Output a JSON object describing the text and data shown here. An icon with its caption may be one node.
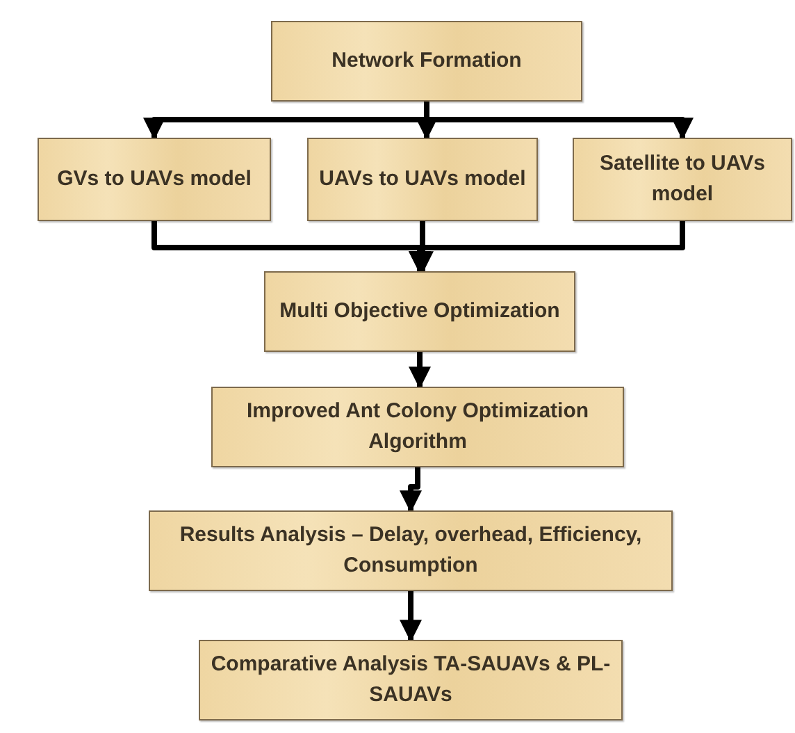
{
  "diagram": {
    "nodes": [
      {
        "text": [
          "Network Formation"
        ]
      },
      {
        "text": [
          "GVs to UAVs model"
        ]
      },
      {
        "text": [
          "UAVs to UAVs model"
        ]
      },
      {
        "text": [
          "Satellite to UAVs model"
        ]
      },
      {
        "text": [
          "Multi Objective Optimization"
        ]
      },
      {
        "text": [
          "Improved Ant Colony Optimization Algorithm"
        ]
      },
      {
        "text": [
          "Results Analysis – Delay, overhead, Efficiency, Consumption"
        ]
      },
      {
        "text": [
          "Comparative Analysis TA-SAUAVs & PL-SAUAVs"
        ]
      }
    ],
    "edges": [
      {
        "from": 0,
        "to": 1,
        "arrow": "to"
      },
      {
        "from": 0,
        "to": 2,
        "arrow": "to"
      },
      {
        "from": 0,
        "to": 3,
        "arrow": "to"
      },
      {
        "from": 1,
        "to": 4,
        "arrow": "to"
      },
      {
        "from": 2,
        "to": 4,
        "arrow": "to"
      },
      {
        "from": 3,
        "to": 4,
        "arrow": "to"
      },
      {
        "from": 4,
        "to": 5,
        "arrow": "to"
      },
      {
        "from": 5,
        "to": 6,
        "arrow": "to"
      },
      {
        "from": 6,
        "to": 7,
        "arrow": "to"
      }
    ]
  }
}
